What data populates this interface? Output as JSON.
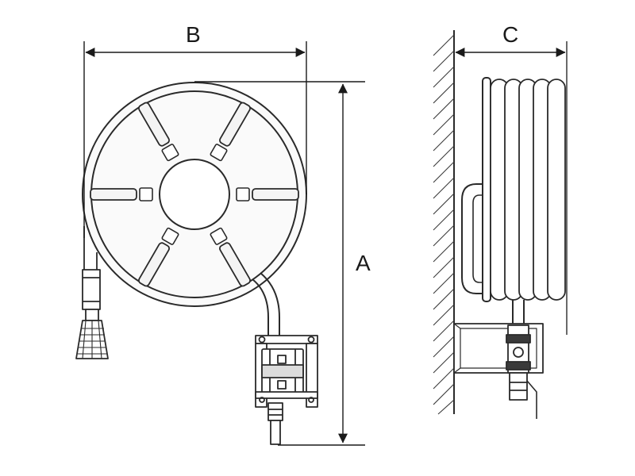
{
  "labels": {
    "b": "B",
    "a": "A",
    "c": "C"
  },
  "colors": {
    "line": "#2a2a2a",
    "fill_light": "#f4f4f4",
    "fill_white": "#ffffff",
    "hatch": "#3a3a3a"
  }
}
